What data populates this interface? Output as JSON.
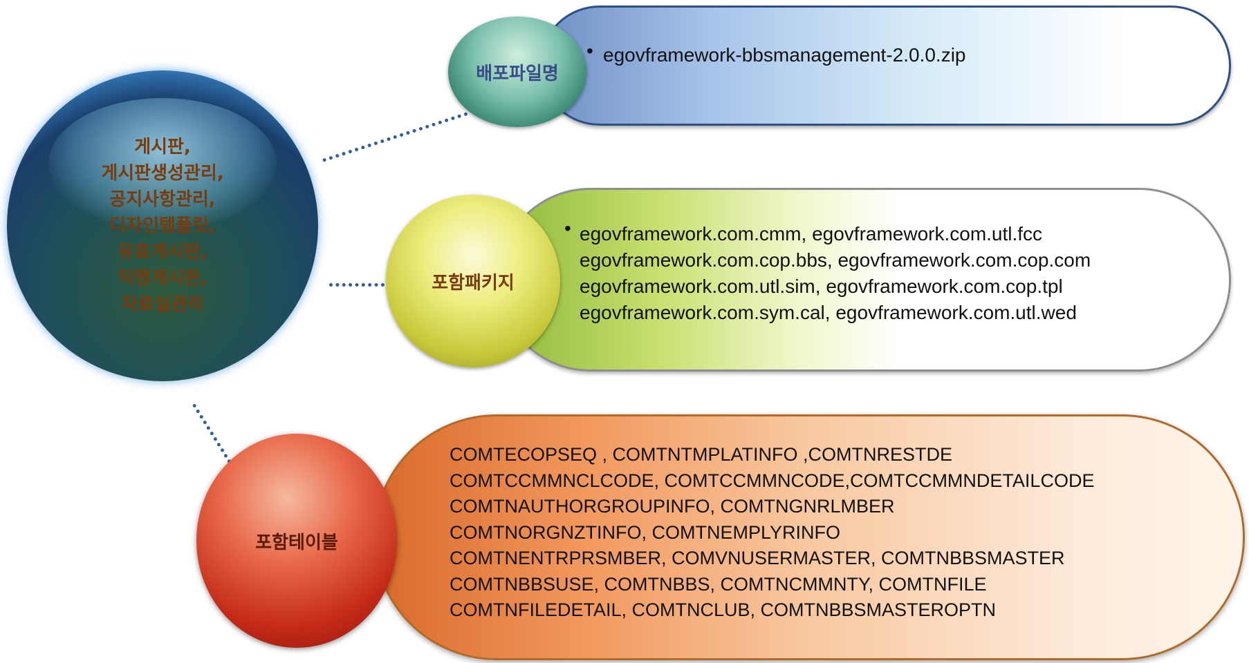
{
  "main_topic": {
    "lines": [
      "게시판,",
      "게시판생성관리,",
      "공지사항관리,",
      "디자인템플릿,",
      "유효게시판,",
      "익명게시판,",
      "자료실관리"
    ]
  },
  "deploy": {
    "label": "배포파일명",
    "bullet": "•",
    "value": "egovframework-bbsmanagement-2.0.0.zip"
  },
  "package": {
    "label": "포함패키지",
    "bullet": "•",
    "lines": [
      "egovframework.com.cmm, egovframework.com.utl.fcc",
      "egovframework.com.cop.bbs, egovframework.com.cop.com",
      "egovframework.com.utl.sim, egovframework.com.cop.tpl",
      "egovframework.com.sym.cal, egovframework.com.utl.wed"
    ]
  },
  "tables": {
    "label": "포함테이블",
    "lines": [
      "COMTECOPSEQ , COMTNTMPLATINFO ,COMTNRESTDE",
      "COMTCCMMNCLCODE, COMTCCMMNCODE,COMTCCMMNDETAILCODE",
      "COMTNAUTHORGROUPINFO, COMTNGNRLMBER",
      "COMTNORGNZTINFO, COMTNEMPLYRINFO",
      "COMTNENTRPRSMBER, COMVNUSERMASTER, COMTNBBSMASTER",
      "COMTNBBSUSE, COMTNBBS, COMTNCMMNTY, COMTNFILE",
      "COMTNFILEDETAIL, COMTNCLUB, COMTNBBSMASTEROPTN"
    ]
  }
}
